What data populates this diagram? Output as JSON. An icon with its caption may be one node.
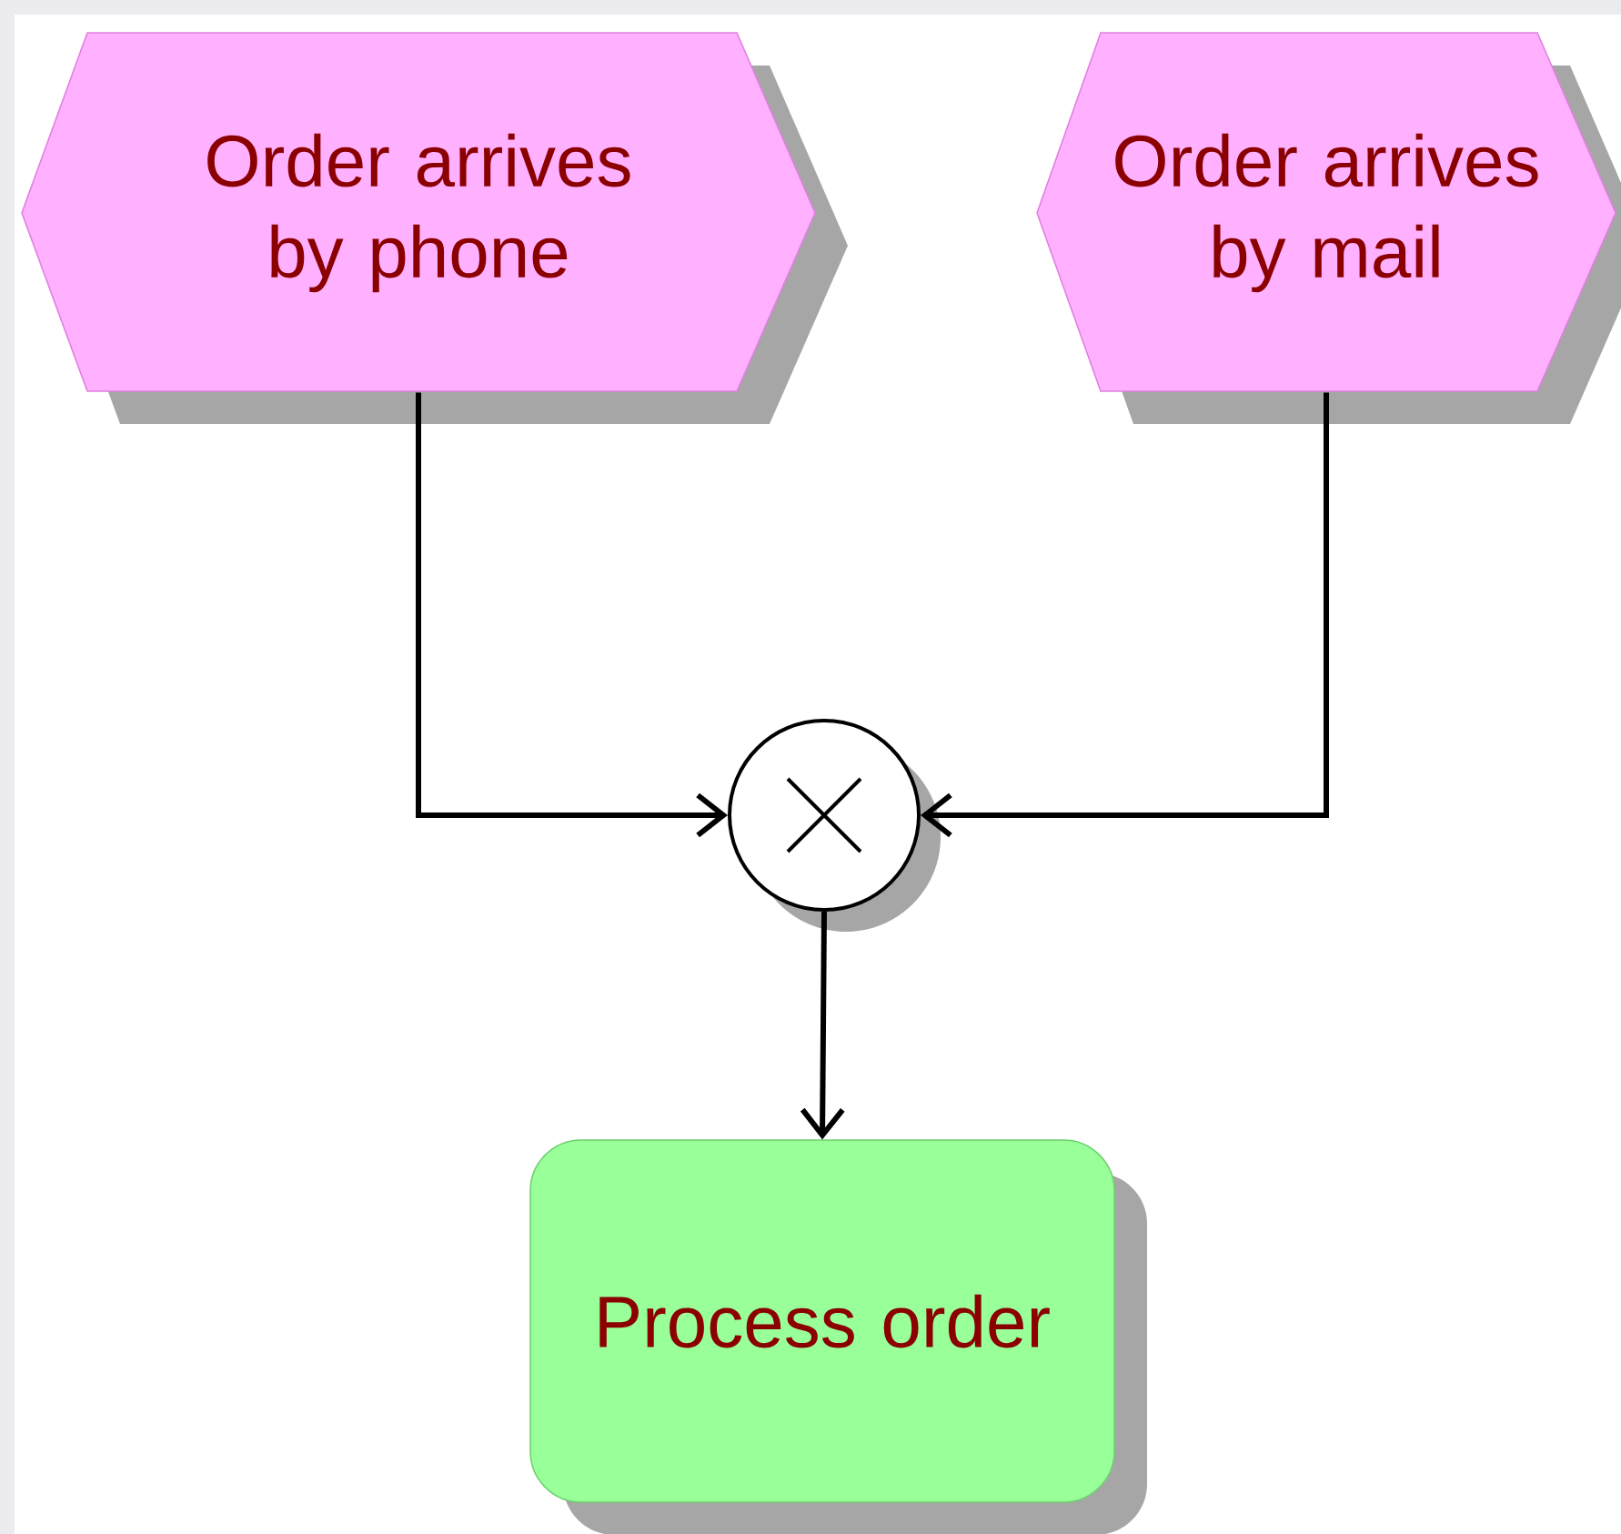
{
  "diagram": {
    "nodes": [
      {
        "text": [
          "Order arrives by phone"
        ]
      },
      {
        "text": [
          "Order arrives by mail"
        ]
      },
      {
        "text": [],
        "shape": "circle"
      },
      {
        "text": [
          "Process order"
        ]
      }
    ],
    "edges": [
      {
        "from": 0,
        "to": 2,
        "arrow": "to"
      },
      {
        "from": 1,
        "to": 2,
        "arrow": "to"
      },
      {
        "from": 2,
        "to": 3,
        "arrow": "to"
      }
    ]
  }
}
